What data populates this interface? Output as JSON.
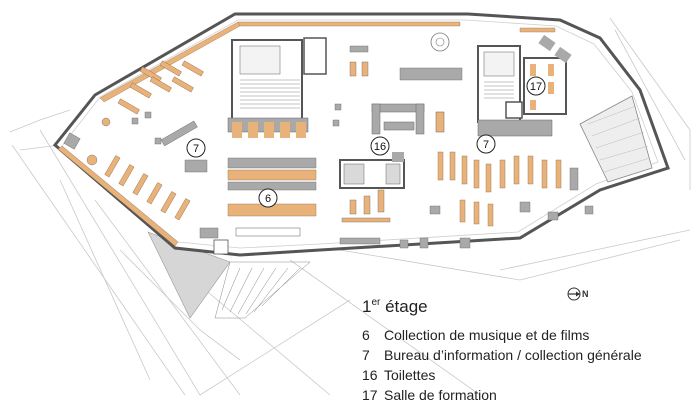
{
  "floor": {
    "title_main": "1",
    "title_sup": "er",
    "title_rest": " étage"
  },
  "legend": [
    {
      "num": "6",
      "label": "Collection de musique et de films"
    },
    {
      "num": "7",
      "label": "Bureau d’information / collection générale"
    },
    {
      "num": "16",
      "label": "Toilettes"
    },
    {
      "num": "17",
      "label": "Salle de formation"
    }
  ],
  "north": {
    "label": "N",
    "icon": "north-arrow-icon"
  },
  "markers": [
    "7",
    "6",
    "16",
    "7",
    "17"
  ],
  "colors": {
    "wall": "#555555",
    "shelf": "#e8b27a",
    "furniture": "#a9a9a9",
    "line": "#bdbdbd"
  }
}
